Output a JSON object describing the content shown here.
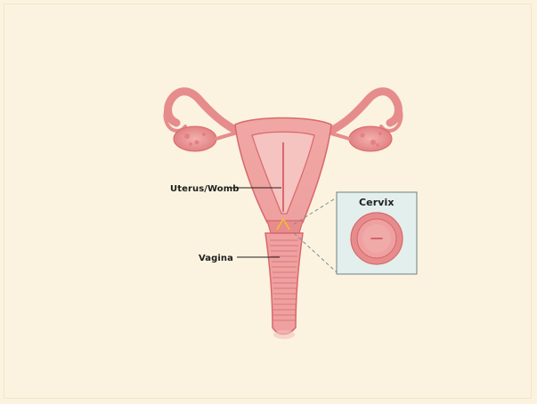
{
  "labels": {
    "uterus": "Uterus/Womb",
    "vagina": "Vagina",
    "cervix": "Cervix"
  },
  "colors": {
    "background": "#fbf3df",
    "tissue": "#eea1a0",
    "tissue_dark": "#d9676b",
    "inset_fill": "#e3efec",
    "highlight": "#f2c12e"
  }
}
